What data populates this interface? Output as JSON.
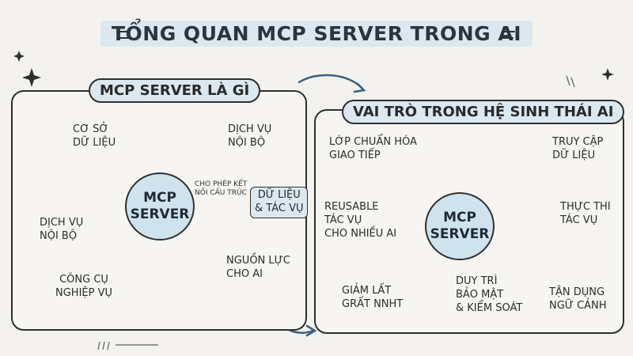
{
  "title": "TỔNG QUAN MCP SERVER TRONG AI",
  "left_panel": {
    "heading": "MCP SERVER LÀ GÌ",
    "hub": [
      "MCP",
      "SERVER"
    ],
    "items": {
      "database": [
        "CƠ SỞ",
        "DỮ LIỆU"
      ],
      "cloud_top": [
        "DỊCH VỤ",
        "NỘI BỘ"
      ],
      "cloud_left": [
        "DỊCH VỤ",
        "NỘI BỘ"
      ],
      "tools": [
        "CÔNG CỤ",
        "NGHIỆP VỤ"
      ],
      "resources": [
        "NGUỒN LỰC",
        "CHO AI"
      ],
      "connect_note": [
        "CHO PHÉP KẾT",
        "NỐI CẤU TRÚC"
      ],
      "data_tasks": [
        "DỮ LIỆU",
        "& TÁC VỤ"
      ]
    }
  },
  "right_panel": {
    "heading": "VAI TRÒ TRONG HỆ SINH THÁI AI",
    "hub": [
      "MCP",
      "SERVER"
    ],
    "items": {
      "standardize": [
        "LỚP CHUẨN HÓA",
        "GIAO TIẾP"
      ],
      "access": [
        "TRUY CẬP",
        "DỮ LIỆU"
      ],
      "reusable": [
        "REUSABLE",
        "TÁC VỤ",
        "CHO NHIỀU AI"
      ],
      "execute": [
        "THỰC THI",
        "TÁC VỤ"
      ],
      "reduce": [
        "GIẢM LẤT",
        "GRẤT NNHT"
      ],
      "security": [
        "DUY TRÌ",
        "BẢO MẬT",
        "& KIỂM SOÁT"
      ],
      "context": [
        "TẬN DỤNG",
        "NGỮ CẢNH"
      ]
    }
  },
  "colors": {
    "accent": "#dbe8f0",
    "hub": "#cfe3ef",
    "line": "#2f2f2f",
    "arrow": "#3a5f86"
  }
}
